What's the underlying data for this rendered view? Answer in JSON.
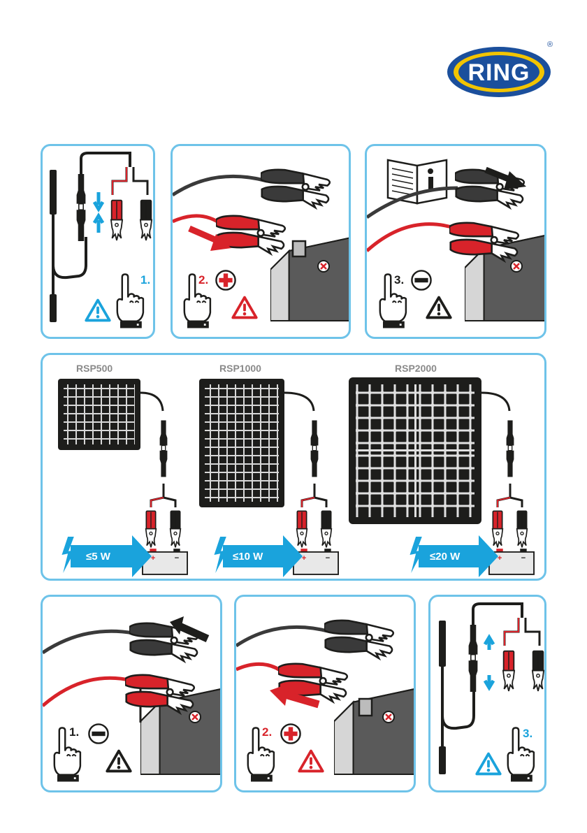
{
  "brand": {
    "name": "RING",
    "registered_mark": "®"
  },
  "connect": {
    "panel1": {
      "step": "1."
    },
    "panel2": {
      "step": "2."
    },
    "panel3": {
      "step": "3."
    }
  },
  "models": [
    {
      "name": "RSP500",
      "power": "≤5 W"
    },
    {
      "name": "RSP1000",
      "power": "≤10 W"
    },
    {
      "name": "RSP2000",
      "power": "≤20 W"
    }
  ],
  "disconnect": {
    "panel1": {
      "step": "1."
    },
    "panel2": {
      "step": "2."
    },
    "panel3": {
      "step": "3."
    }
  },
  "colors": {
    "accent_blue": "#1aa3dc",
    "frame_blue": "#6ec3e9",
    "red": "#d8232a",
    "dark": "#1d1d1b",
    "logo_blue": "#1b4f9c",
    "logo_yellow": "#f2c400"
  },
  "icons": [
    "warning-icon",
    "plus-icon",
    "minus-icon",
    "info-book-icon",
    "pointing-hand-icon",
    "lightning-icon",
    "battery-icon",
    "solar-panel-icon",
    "clamp-icon"
  ]
}
